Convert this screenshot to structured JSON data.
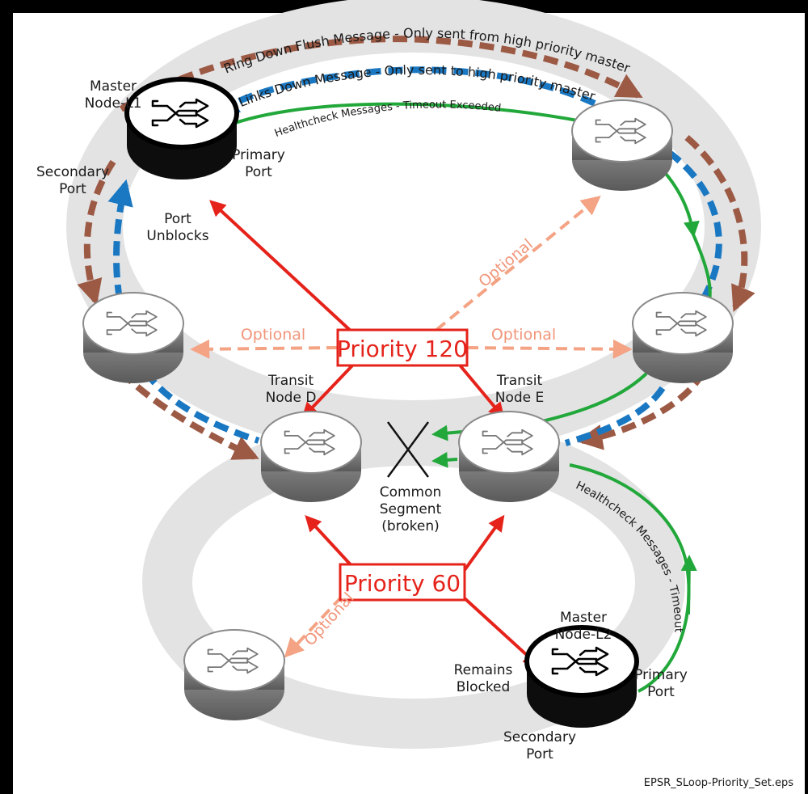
{
  "diagram": {
    "filename": "EPSR_SLoop-Priority_Set.eps",
    "priorities": {
      "high": "Priority 120",
      "low": "Priority 60"
    },
    "optional_label": "Optional",
    "break_label": [
      "Common",
      "Segment",
      "(broken)"
    ],
    "messages": {
      "ring_down": "Ring Down Flush Message - Only sent from high priority master",
      "links_down": "Links Down Message - Only sent to high priority master",
      "healthcheck_top": "Healthcheck Messages - Timeout Exceeded",
      "healthcheck_bottom": "Healthcheck Messages - Timeout"
    },
    "nodes": {
      "master_l1": [
        "Master",
        "Node-L1"
      ],
      "transit_d": [
        "Transit",
        "Node D"
      ],
      "transit_e": [
        "Transit",
        "Node E"
      ],
      "master_l2": [
        "Master",
        "Node-L2"
      ]
    },
    "port_labels": {
      "l1_primary": [
        "Primary",
        "Port"
      ],
      "l1_secondary": [
        "Secondary",
        "Port"
      ],
      "l1_unblocks": [
        "Port",
        "Unblocks"
      ],
      "l2_primary": [
        "Primary",
        "Port"
      ],
      "l2_secondary": [
        "Secondary",
        "Port"
      ],
      "l2_blocked": [
        "Remains",
        "Blocked"
      ]
    },
    "colors": {
      "ring": "#e3e3e4",
      "red_arrow": "#e5231b",
      "optional_arrow": "#f4a384",
      "brown_dash": "#9c5a45",
      "blue_dash": "#1a78c2",
      "green": "#22a83a"
    }
  }
}
